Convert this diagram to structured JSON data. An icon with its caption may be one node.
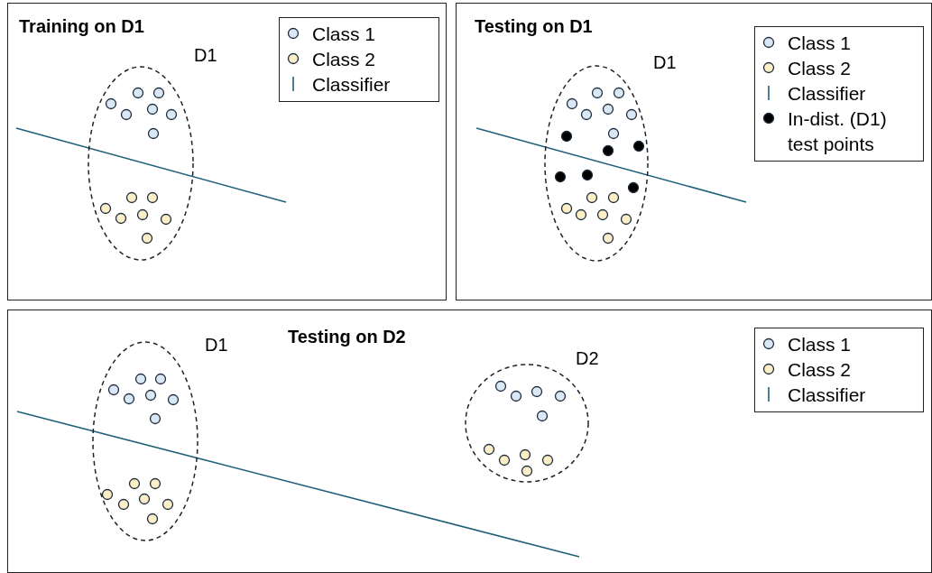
{
  "diagram": {
    "nodes": [
      {
        "text": [
          "Training on D1"
        ]
      },
      {
        "text": [
          "D1"
        ],
        "in": 0
      },
      {
        "text": [
          "Testing on D1"
        ]
      },
      {
        "text": [
          "D1"
        ],
        "in": 2
      },
      {
        "text": [
          "Testing on D2"
        ]
      },
      {
        "text": [
          "D1"
        ],
        "in": 4
      },
      {
        "text": [
          "D2"
        ],
        "in": 4
      }
    ],
    "edges": [],
    "legend": [
      {
        "text": "Class 1",
        "color": "#dae8f6"
      },
      {
        "text": "Class 2",
        "color": "#fcefc8"
      },
      {
        "text": "Classifier"
      },
      {
        "text": "Class 1",
        "color": "#dae8f6"
      },
      {
        "text": "Class 2",
        "color": "#fcefc8"
      },
      {
        "text": "Classifier"
      },
      {
        "text": "In-dist. (D1) test points",
        "color": "#000000"
      },
      {
        "text": "Class 1",
        "color": "#dae8f6"
      },
      {
        "text": "Class 2",
        "color": "#fcefc8"
      },
      {
        "text": "Classifier"
      }
    ]
  }
}
